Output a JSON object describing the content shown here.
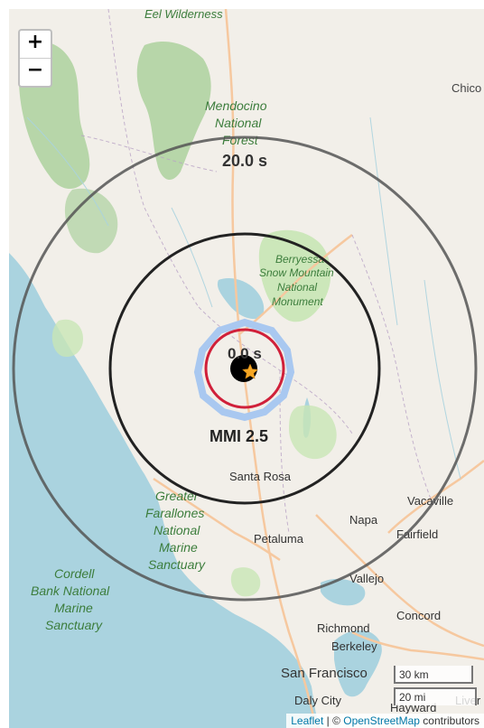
{
  "zoom": {
    "in_label": "+",
    "out_label": "−"
  },
  "places": {
    "eel_wilderness": "Eel Wilderness",
    "mendocino_1": "Mendocino",
    "mendocino_2": "National",
    "mendocino_3": "Forest",
    "chico": "Chico",
    "berryessa_1": "Berryessa",
    "berryessa_2": "Snow Mountain",
    "berryessa_3": "National",
    "berryessa_4": "Monument",
    "santa_rosa": "Santa Rosa",
    "greater_1": "Greater",
    "greater_2": "Farallones",
    "greater_3": "National",
    "greater_4": "Marine",
    "greater_5": "Sanctuary",
    "cordell_1": "Cordell",
    "cordell_2": "Bank National",
    "cordell_3": "Marine",
    "cordell_4": "Sanctuary",
    "vacaville": "Vacaville",
    "napa": "Napa",
    "fairfield": "Fairfield",
    "petaluma": "Petaluma",
    "vallejo": "Vallejo",
    "concord": "Concord",
    "richmond": "Richmond",
    "berkeley": "Berkeley",
    "san_francisco": "San Francisco",
    "daly_city": "Daly City",
    "hayward": "Hayward",
    "livermore": "Liver"
  },
  "overlay": {
    "outer_label": "20.0 s",
    "inner_label": "0.0 s",
    "mmi_label": "MMI 2.5"
  },
  "scale": {
    "km": "30 km",
    "mi": "20 mi"
  },
  "attribution": {
    "leaflet": "Leaflet",
    "sep": " | © ",
    "osm": "OpenStreetMap",
    "suffix": " contributors"
  },
  "colors": {
    "water": "#aad3df",
    "land": "#f2efe9",
    "park": "#c8e6b5",
    "forest": "#add19e",
    "road_major": "#f6c89f",
    "border": "#b9a3c6",
    "ring_outer": "#555555",
    "ring_inner": "#222222",
    "mmi_ring": "#a9c8f0",
    "red_ring": "#d0203a",
    "epicenter_star": "#f5a623"
  }
}
